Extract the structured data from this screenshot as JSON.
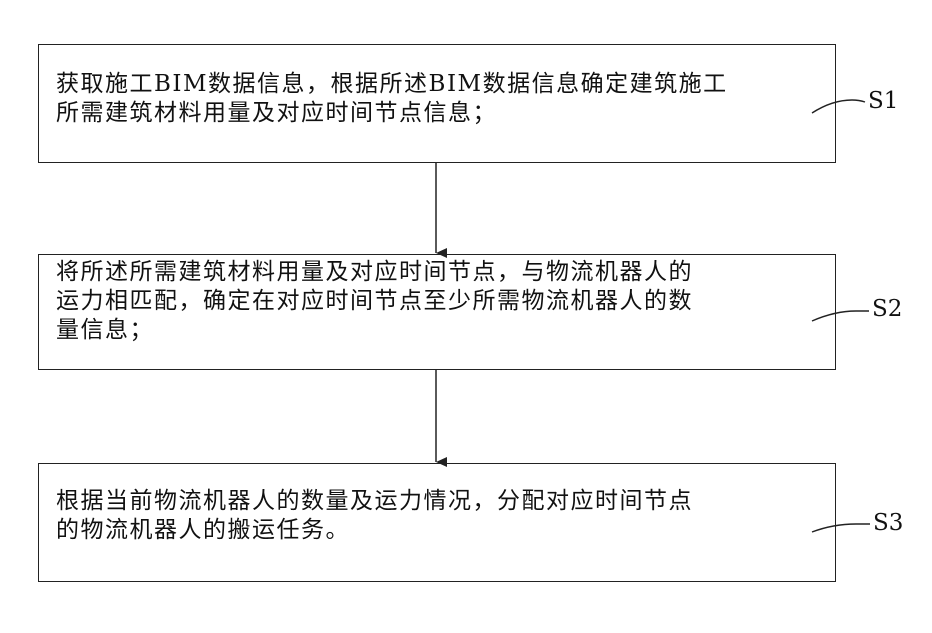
{
  "steps": [
    {
      "id": "S1",
      "label": "S1",
      "lines": [
        "获取施工BIM数据信息，根据所述BIM数据信息确定建筑施工",
        "所需建筑材料用量及对应时间节点信息；"
      ]
    },
    {
      "id": "S2",
      "label": "S2",
      "lines": [
        "将所述所需建筑材料用量及对应时间节点，与物流机器人的",
        "运力相匹配，确定在对应时间节点至少所需物流机器人的数",
        "量信息；"
      ]
    },
    {
      "id": "S3",
      "label": "S3",
      "lines": [
        "根据当前物流机器人的数量及运力情况，分配对应时间节点",
        "的物流机器人的搬运任务。"
      ]
    }
  ]
}
